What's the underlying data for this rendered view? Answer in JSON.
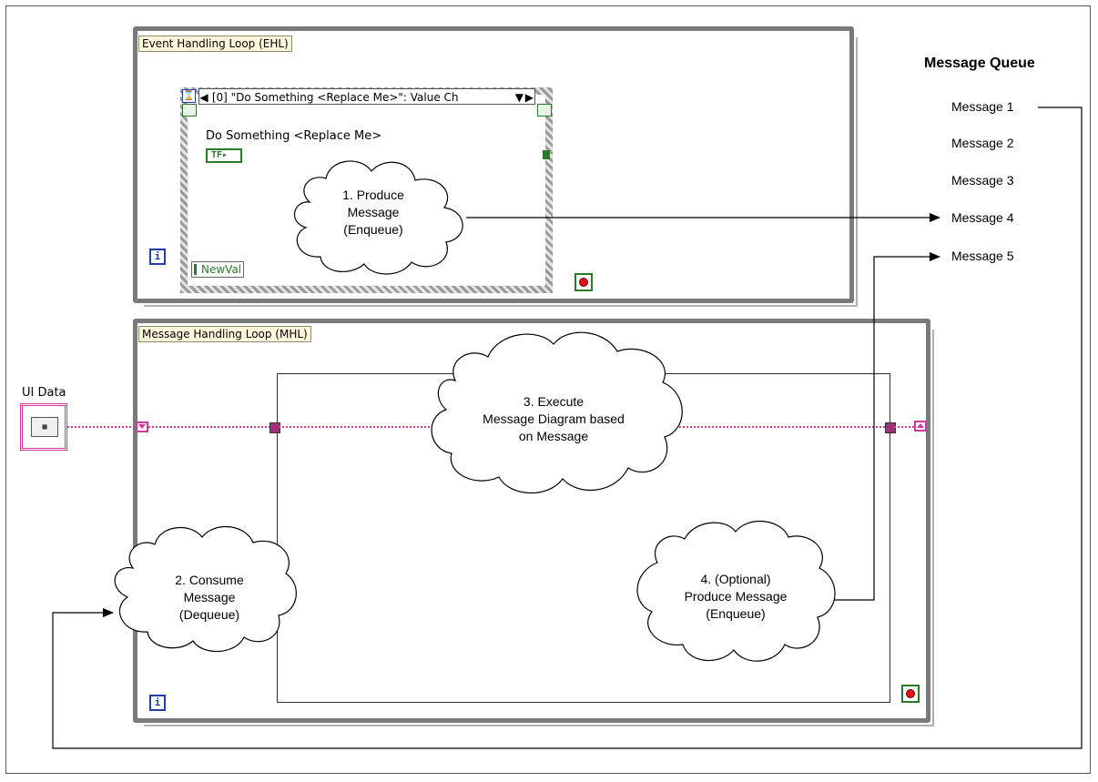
{
  "ehl": {
    "label": "Event Handling Loop (EHL)",
    "event_selector": "[0] \"Do Something <Replace Me>\": Value Ch",
    "control_label": "Do Something <Replace Me>",
    "control_terminal": "TF",
    "newval_label": "NewVal",
    "iteration_glyph": "i",
    "cloud_text": "1. Produce\nMessage\n(Enqueue)"
  },
  "mhl": {
    "label": "Message Handling Loop (MHL)",
    "iteration_glyph": "i",
    "cloud_consume": "2. Consume\nMessage\n(Dequeue)",
    "cloud_execute": "3. Execute\nMessage Diagram based\non Message",
    "cloud_produce": "4. (Optional)\nProduce Message\n(Enqueue)"
  },
  "ui_data": {
    "label": "UI Data"
  },
  "queue": {
    "title": "Message Queue",
    "messages": [
      "Message 1",
      "Message 2",
      "Message 3",
      "Message 4",
      "Message 5"
    ]
  },
  "colors": {
    "wire_cluster": "#d0389a",
    "loop_border": "#7a7a7a",
    "iteration_blue": "#1e3fa6",
    "stop_red": "#e01010",
    "label_bg": "#fff8dc"
  }
}
